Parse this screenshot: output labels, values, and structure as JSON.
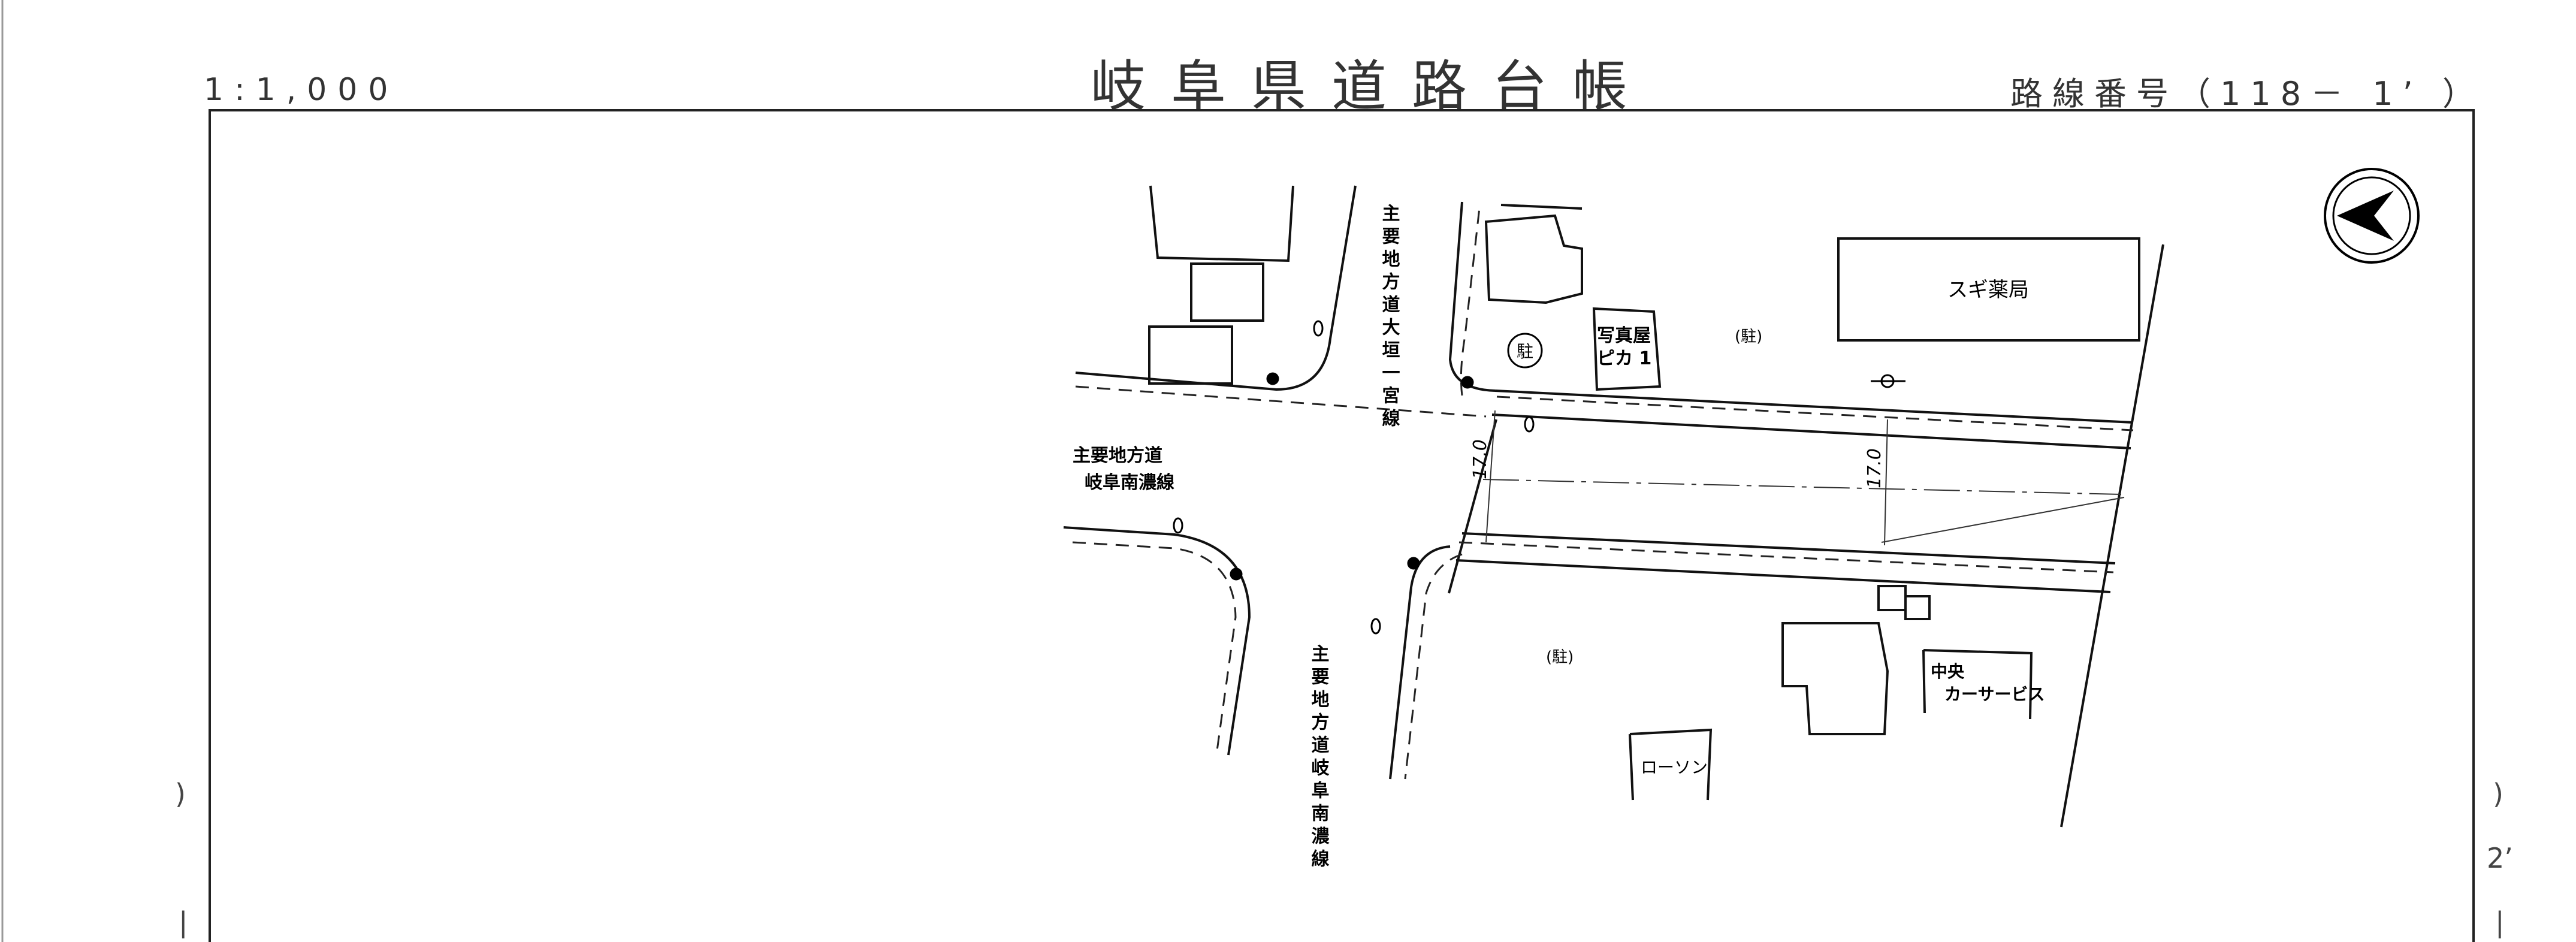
{
  "header": {
    "scale": "1:1,000",
    "title": "岐阜県道路台帳",
    "route_number": "路線番号（118－ 1’ ）"
  },
  "margin": {
    "left_paren": ")",
    "left_dash": "|",
    "right_paren": ")",
    "right_suffix": "2’",
    "right_dash": "|"
  },
  "map": {
    "roads": {
      "ogaki_ichinomiya": "主要地方道大垣一宮線",
      "gifu_nanno_upper": "主要地方道",
      "gifu_nanno_lower": "岐阜南濃線",
      "gifu_nanno_vertical": "主要地方道岐阜南濃線"
    },
    "buildings": {
      "sugi": "スギ薬局",
      "photo_shop_1": "写真屋",
      "photo_shop_2": "ピカ 1",
      "chuo_1": "中央",
      "chuo_2": "カーサービス",
      "lawson": "ローソン"
    },
    "parking_1": "(駐)",
    "parking_2": "(駐)",
    "parking_symbol": "駐",
    "width_1": "17.0",
    "width_2": "17.0"
  },
  "icons": {
    "north_arrow": "north-arrow-icon"
  }
}
